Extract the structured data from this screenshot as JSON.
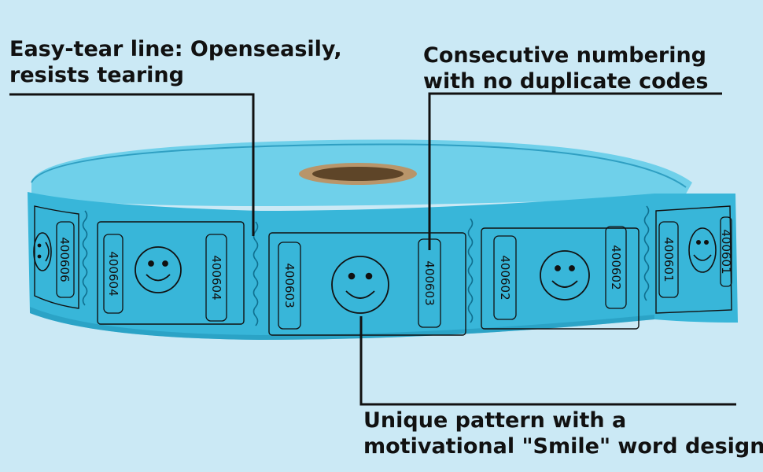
{
  "callouts": {
    "tear_line": {
      "line1": "Easy-tear line: Openseasily,",
      "line2": "resists tearing"
    },
    "numbering": {
      "line1": "Consecutive numbering",
      "line2": "with no duplicate codes"
    },
    "pattern": {
      "line1": "Unique pattern with a",
      "line2": "motivational \"Smile\" word design"
    }
  },
  "tickets": {
    "numbers": [
      "400606",
      "400604",
      "400604",
      "400603",
      "400603",
      "400602",
      "400602",
      "400601",
      "400601"
    ]
  },
  "colors": {
    "background": "#cbe9f5",
    "ticket": "#38b6d9",
    "ticket_top": "#6fd0ea",
    "ink": "#111111",
    "core": "#b8956a"
  },
  "icons": [
    "smiley-face-icon"
  ]
}
